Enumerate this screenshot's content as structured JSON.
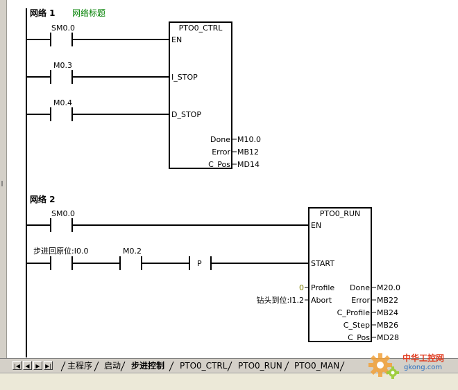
{
  "networks": [
    {
      "title": "网络 1",
      "comment": "网络标题",
      "contacts": [
        "SM0.0",
        "M0.3",
        "M0.4"
      ],
      "block": {
        "name": "PTO0_CTRL",
        "inputs": [
          "EN",
          "I_STOP",
          "D_STOP"
        ],
        "outputs": [
          {
            "pin": "Done",
            "operand": "M10.0"
          },
          {
            "pin": "Error",
            "operand": "MB12"
          },
          {
            "pin": "C_Pos",
            "operand": "MD14"
          }
        ]
      }
    },
    {
      "title": "网络 2",
      "contacts": [
        "SM0.0",
        "步进回原位:I0.0",
        "M0.2"
      ],
      "edge": "P",
      "block": {
        "name": "PTO0_RUN",
        "inputs": [
          {
            "pin": "EN",
            "operand": ""
          },
          {
            "pin": "START",
            "operand": ""
          },
          {
            "pin": "Profile",
            "operand": "0"
          },
          {
            "pin": "Abort",
            "operand": "钻头到位:I1.2"
          }
        ],
        "outputs": [
          {
            "pin": "Done",
            "operand": "M20.0"
          },
          {
            "pin": "Error",
            "operand": "MB22"
          },
          {
            "pin": "C_Profile",
            "operand": "MB24"
          },
          {
            "pin": "C_Step",
            "operand": "MB26"
          },
          {
            "pin": "C_Pos",
            "operand": "MD28"
          }
        ]
      }
    }
  ],
  "tabs": [
    {
      "label": "主程序",
      "active": false
    },
    {
      "label": "启动",
      "active": false
    },
    {
      "label": "步进控制",
      "active": true
    },
    {
      "label": "PTO0_CTRL",
      "active": false
    },
    {
      "label": "PTO0_RUN",
      "active": false
    },
    {
      "label": "PTO0_MAN",
      "active": false
    }
  ],
  "watermark": {
    "title": "中华工控网",
    "site": "gkong.com"
  },
  "colors": {
    "comment": "#008000",
    "number": "#808000",
    "tabbar": "#d4d0c8",
    "watermark_red": "#e03a1e",
    "watermark_blue": "#2a6fbf"
  }
}
